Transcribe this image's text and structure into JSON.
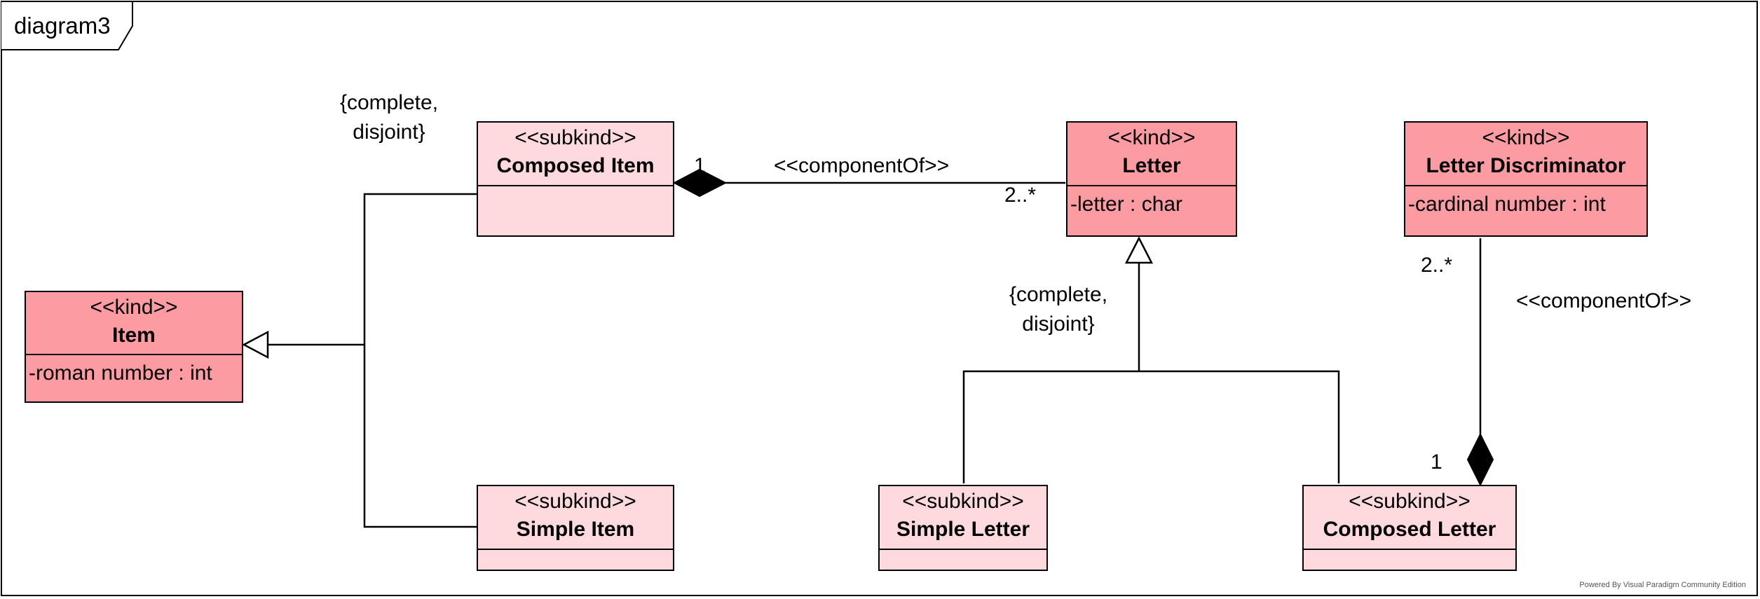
{
  "diagram": {
    "title": "diagram3"
  },
  "classes": {
    "item": {
      "stereotype": "<<kind>>",
      "name": "Item",
      "attribute": "-roman number : int"
    },
    "composed_item": {
      "stereotype": "<<subkind>>",
      "name": "Composed Item"
    },
    "simple_item": {
      "stereotype": "<<subkind>>",
      "name": "Simple Item"
    },
    "letter": {
      "stereotype": "<<kind>>",
      "name": "Letter",
      "attribute": "-letter : char"
    },
    "letter_discriminator": {
      "stereotype": "<<kind>>",
      "name": "Letter Discriminator",
      "attribute": "-cardinal number : int"
    },
    "simple_letter": {
      "stereotype": "<<subkind>>",
      "name": "Simple Letter"
    },
    "composed_letter": {
      "stereotype": "<<subkind>>",
      "name": "Composed Letter"
    }
  },
  "generalization_sets": {
    "items": {
      "line1": "{complete,",
      "line2": "disjoint}"
    },
    "letters": {
      "line1": "{complete,",
      "line2": "disjoint}"
    }
  },
  "associations": {
    "composed_item_letter": {
      "stereotype": "<<componentOf>>",
      "whole_multiplicity": "1",
      "part_multiplicity": "2..*"
    },
    "composed_letter_discriminator": {
      "stereotype": "<<componentOf>>",
      "whole_multiplicity": "1",
      "part_multiplicity": "2..*"
    }
  },
  "footer": {
    "powered_by": "Powered By  Visual Paradigm Community Edition"
  },
  "colors": {
    "kind_fill": "#fc9ba2",
    "subkind_fill": "#fed9dd",
    "line": "#000000"
  }
}
